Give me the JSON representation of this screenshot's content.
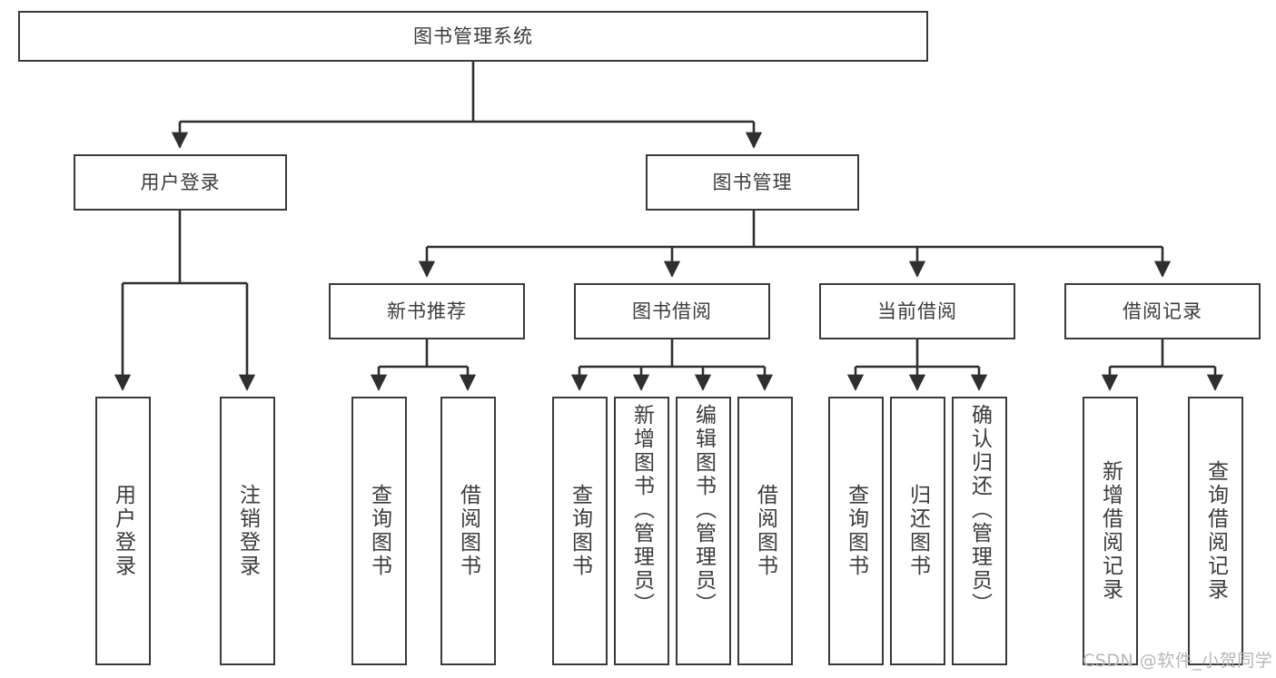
{
  "diagram": {
    "type": "tree-hierarchy",
    "title": "图书管理系统",
    "watermark": "CSDN @软件_小贺同学",
    "colors": {
      "background": "#ffffff",
      "box_border": "#3a3a3a",
      "box_fill": "#ffffff",
      "text": "#3b3b3b",
      "edge": "#2f2f2f",
      "watermark": "#b8b8b8"
    },
    "levels": {
      "root": {
        "label": "图书管理系统"
      },
      "level2": [
        {
          "id": "user-login",
          "label": "用户登录"
        },
        {
          "id": "book-manage",
          "label": "图书管理"
        }
      ],
      "level3": [
        {
          "id": "new-book-rec",
          "label": "新书推荐"
        },
        {
          "id": "book-borrow",
          "label": "图书借阅"
        },
        {
          "id": "current-borrow",
          "label": "当前借阅"
        },
        {
          "id": "borrow-record",
          "label": "借阅记录"
        }
      ],
      "leaves": {
        "user-login": [
          {
            "id": "leaf-user-login",
            "label": "用户登录"
          },
          {
            "id": "leaf-user-logout",
            "label": "注销登录"
          }
        ],
        "new-book-rec": [
          {
            "id": "leaf-query-book-1",
            "label": "查询图书"
          },
          {
            "id": "leaf-borrow-book-1",
            "label": "借阅图书"
          }
        ],
        "book-borrow": [
          {
            "id": "leaf-query-book-2",
            "label": "查询图书"
          },
          {
            "id": "leaf-add-book",
            "label": "新增图书（管理员）"
          },
          {
            "id": "leaf-edit-book",
            "label": "编辑图书（管理员）"
          },
          {
            "id": "leaf-borrow-book-2",
            "label": "借阅图书"
          }
        ],
        "current-borrow": [
          {
            "id": "leaf-query-book-3",
            "label": "查询图书"
          },
          {
            "id": "leaf-return-book",
            "label": "归还图书"
          },
          {
            "id": "leaf-confirm-return",
            "label": "确认归还（管理员）"
          }
        ],
        "borrow-record": [
          {
            "id": "leaf-add-record",
            "label": "新增借阅记录"
          },
          {
            "id": "leaf-query-record",
            "label": "查询借阅记录"
          }
        ]
      }
    }
  }
}
